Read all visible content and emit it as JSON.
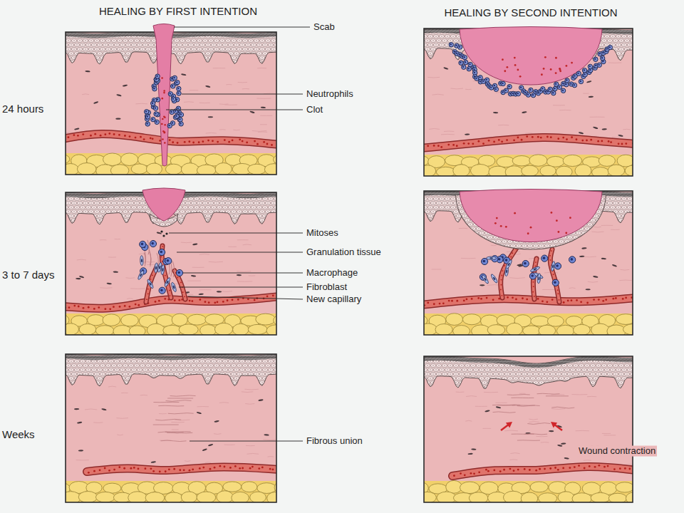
{
  "diagram": {
    "labels": [
      "HEALING BY FIRST INTENTION",
      "HEALING BY SECOND INTENTION",
      "Scab",
      "Neutrophils",
      "Clot",
      "24 hours",
      "Mitoses",
      "Granulation tissue",
      "Macrophage",
      "Fibroblast",
      "New capillary",
      "3 to 7 days",
      "Fibrous union",
      "Weeks",
      "Wound contraction"
    ]
  }
}
